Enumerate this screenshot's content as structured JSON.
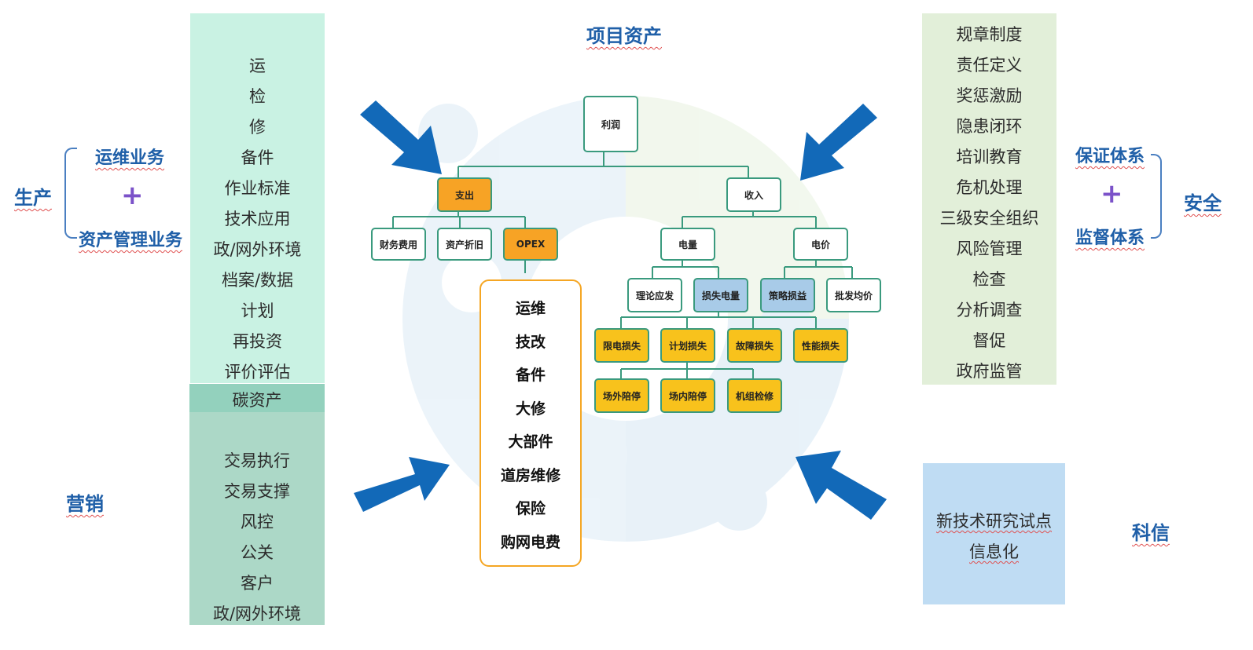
{
  "title": "项目资产",
  "production": {
    "label": "生产",
    "branch_top": "运维业务",
    "branch_bottom": "资产管理业务",
    "plus": "+"
  },
  "marketing": {
    "label": "营销"
  },
  "safety": {
    "label": "安全",
    "branch_top": "保证体系",
    "branch_bottom": "监督体系",
    "plus": "+"
  },
  "tech": {
    "label": "科信"
  },
  "left_panel_top": {
    "color": "#c9f2e3",
    "items": [
      "运",
      "检",
      "修",
      "备件",
      "作业标准",
      "技术应用",
      "政/网外环境",
      "档案/数据",
      "计划",
      "再投资",
      "评价评估"
    ]
  },
  "carbon": {
    "label": "碳资产",
    "color": "#93d1bd"
  },
  "left_panel_bottom": {
    "color": "#acd8c7",
    "items": [
      "交易执行",
      "交易支撑",
      "风控",
      "公关",
      "客户",
      "政/网外环境"
    ]
  },
  "right_panel_top": {
    "color": "#e2efd9",
    "items": [
      "规章制度",
      "责任定义",
      "奖惩激励",
      "隐患闭环",
      "培训教育",
      "危机处理",
      "三级安全组织",
      "风险管理",
      "检查",
      "分析调查",
      "督促",
      "政府监管"
    ]
  },
  "right_panel_bottom": {
    "color": "#bfdcf3",
    "items": [
      "新技术研究试点",
      "信息化"
    ]
  },
  "tree": {
    "root": "利润",
    "expense": "支出",
    "income": "收入",
    "finance_cost": "财务费用",
    "depreciation": "资产折旧",
    "opex": "OPEX",
    "power_volume": "电量",
    "power_price": "电价",
    "theory_output": "理论应发",
    "lost_power": "损失电量",
    "strategy_gain": "策略损益",
    "wholesale_price": "批发均价",
    "curtail_loss": "限电损失",
    "planned_loss": "计划损失",
    "fault_loss": "故障损失",
    "performance_loss": "性能损失",
    "offsite_outage": "场外陪停",
    "onsite_outage": "场内陪停",
    "unit_maintenance": "机组检修"
  },
  "opex_items": [
    "运维",
    "技改",
    "备件",
    "大修",
    "大部件",
    "道房维修",
    "保险",
    "购网电费"
  ],
  "colors": {
    "accent_blue": "#1f5fa8",
    "arrow_blue": "#1269b8",
    "orange": "#f7a325",
    "yellow": "#f8c21c",
    "light_blue": "#a8cbe8",
    "node_border": "#3a9a7e",
    "plus_purple": "#7b52c9"
  }
}
